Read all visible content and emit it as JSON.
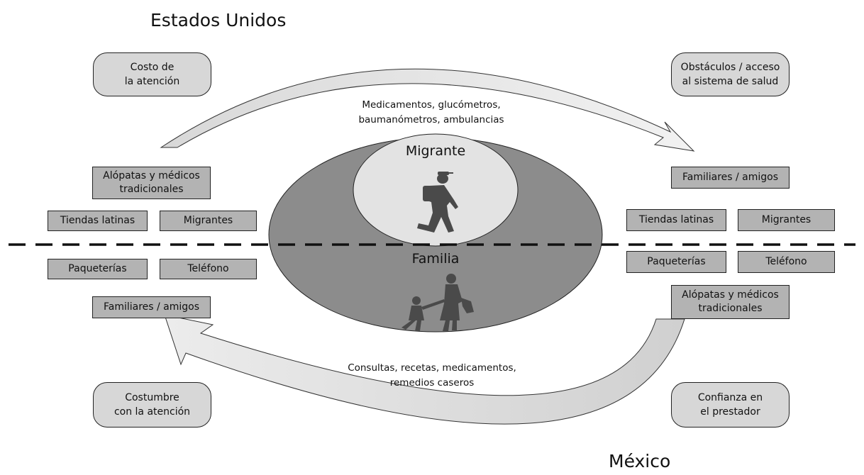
{
  "regions": {
    "top": "Estados Unidos",
    "bottom": "México"
  },
  "flows": {
    "top_flow": "Medicamentos, glucómetros,\nbaumanómetros, ambulancias",
    "bottom_flow": "Consultas, recetas, medicamentos,\nremedios caseros"
  },
  "center": {
    "inner_label": "Migrante",
    "outer_label": "Familia"
  },
  "factors": {
    "top_left": "Costo de\nla atención",
    "top_right": "Obstáculos / acceso\nal sistema de salud",
    "bottom_left": "Costumbre\ncon la atención",
    "bottom_right": "Confianza en\nel prestador"
  },
  "left_actors": {
    "alopatas": "Alópatas y médicos\ntradicionales",
    "tiendas": "Tiendas latinas",
    "migrantes": "Migrantes",
    "paqueterias": "Paqueterías",
    "telefono": "Teléfono",
    "familiares": "Familiares / amigos"
  },
  "right_actors": {
    "familiares": "Familiares / amigos",
    "tiendas": "Tiendas latinas",
    "migrantes": "Migrantes",
    "paqueterias": "Paqueterías",
    "telefono": "Teléfono",
    "alopatas": "Alópatas y médicos\ntradicionales"
  },
  "colors": {
    "outer_ellipse": "#8c8c8c",
    "inner_ellipse": "#e3e3e3",
    "actor_box": "#b3b3b3",
    "factor_box": "#d7d7d7",
    "arrow_fill": "#dcdcdc",
    "silhouette": "#4a4a4a"
  }
}
